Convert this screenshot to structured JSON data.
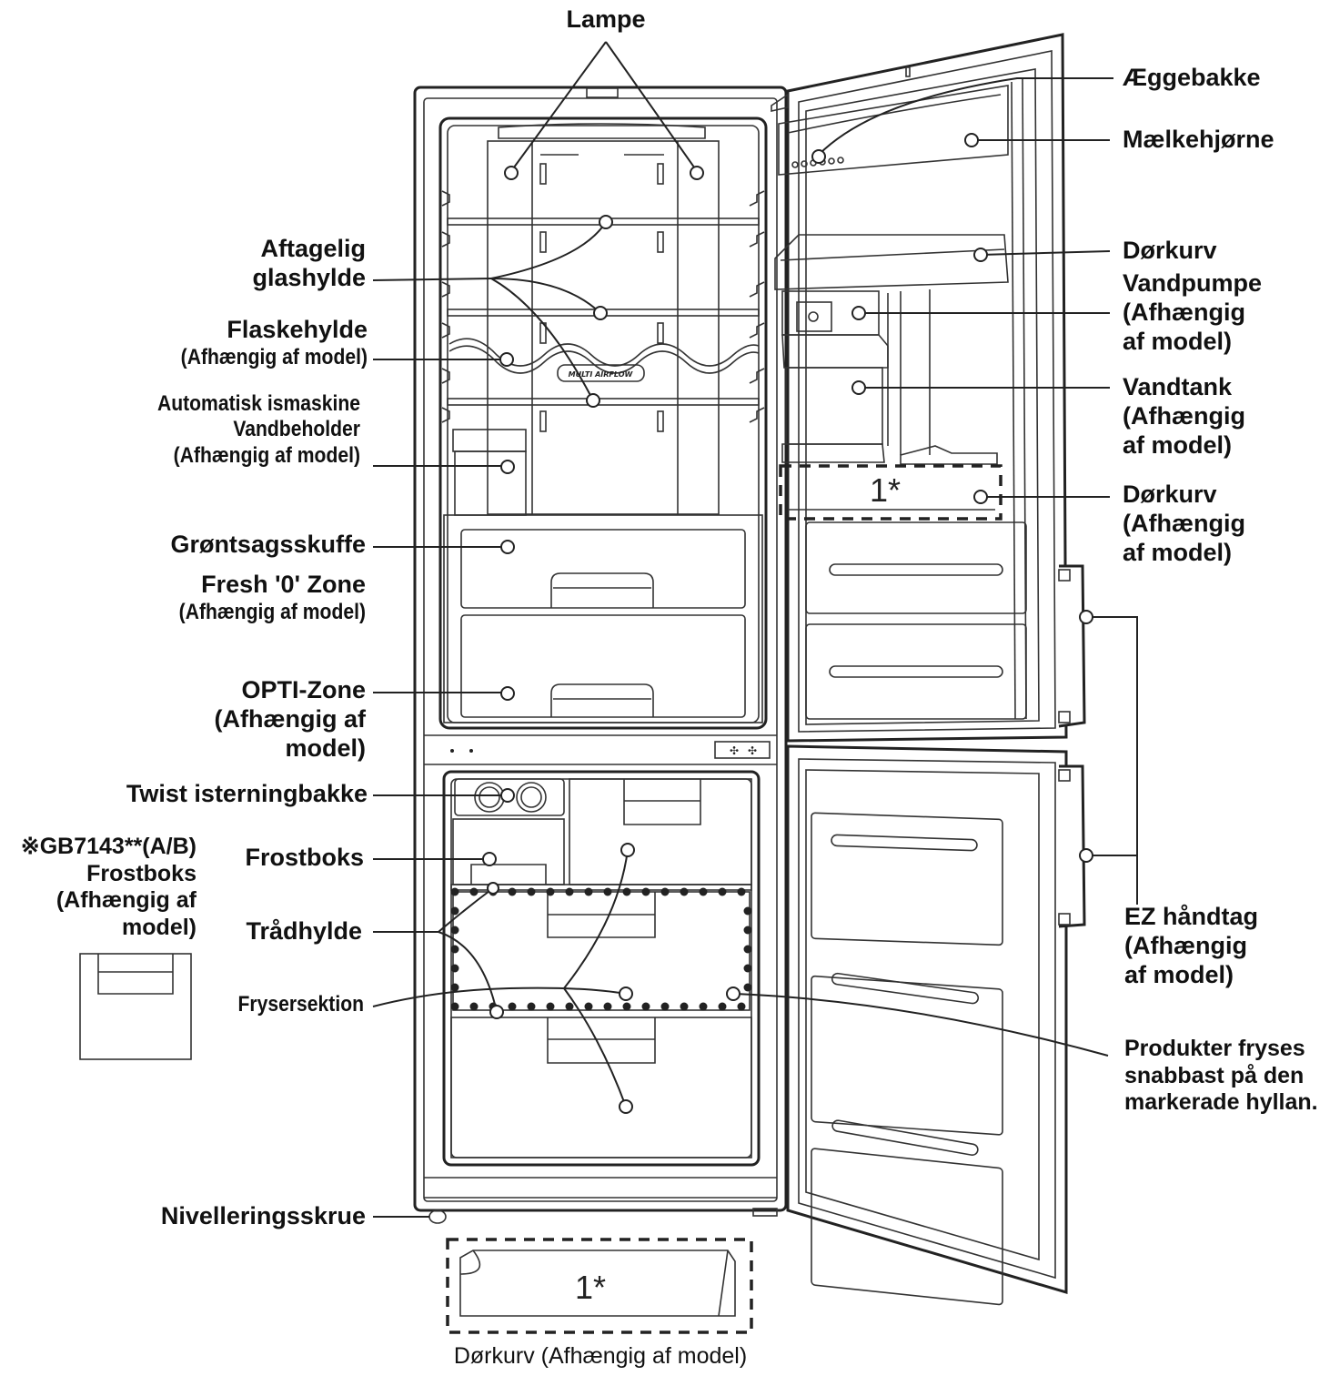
{
  "diagram": {
    "labels": {
      "lampe": "Lampe",
      "aeggebakke": "Æggebakke",
      "maelkehjorne": "Mælkehjørne",
      "aftagelig_1": "Aftagelig",
      "aftagelig_2": "glashylde",
      "flaskehylde": "Flaskehylde",
      "flaskehylde_sub": "(Afhængig af model)",
      "ismaskine_1": "Automatisk ismaskine",
      "ismaskine_2": "Vandbeholder",
      "ismaskine_3": "(Afhængig af model)",
      "dorkurv_1": "Dørkurv",
      "vandpumpe_1": "Vandpumpe",
      "vandpumpe_2": "(Afhængig",
      "vandpumpe_3": "af model)",
      "vandtank_1": "Vandtank",
      "vandtank_2": "(Afhængig",
      "vandtank_3": "af model)",
      "dorkurv2_1": "Dørkurv",
      "dorkurv2_2": "(Afhængig",
      "dorkurv2_3": "af model)",
      "grontsag": "Grøntsagsskuffe",
      "fresh_1": "Fresh '0' Zone",
      "fresh_2": "(Afhængig af model)",
      "opti_1": "OPTI-Zone",
      "opti_2": "(Afhængig af",
      "opti_3": "model)",
      "twist": "Twist isterningbakke",
      "gb_1": "※GB7143**(A/B)",
      "gb_2": "Frostboks",
      "gb_3": "(Afhængig af",
      "gb_4": "model)",
      "frostboks": "Frostboks",
      "tradhylde": "Trådhylde",
      "frysersektion": "Frysersektion",
      "ez_1": "EZ håndtag",
      "ez_2": "(Afhængig",
      "ez_3": "af model)",
      "produkter_1": "Produkter fryses",
      "produkter_2": "snabbast på den",
      "produkter_3": "markerade hyllan.",
      "nivellering": "Nivelleringsskrue",
      "dorkurv_bottom": "Dørkurv (Afhængig af model)"
    },
    "markers": {
      "door_basket": "1*",
      "bottom_basket": "1*"
    },
    "badges": {
      "multi_airflow": "MULTI AIRFLOW"
    }
  }
}
